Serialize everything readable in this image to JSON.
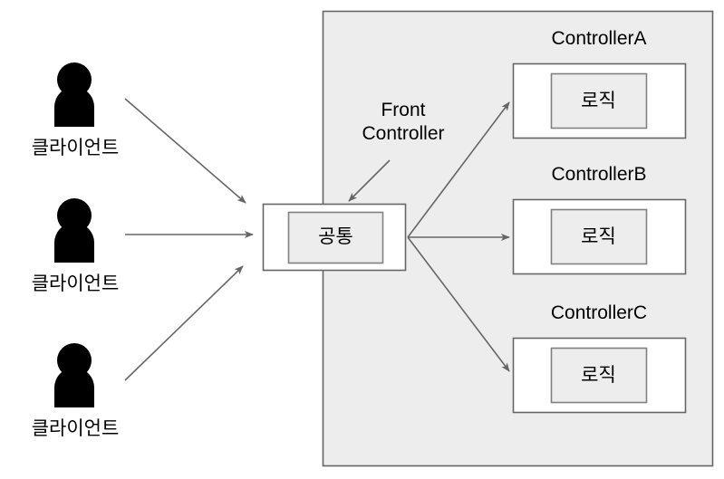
{
  "diagram": {
    "title_hidden": "",
    "colors": {
      "panel_fill": "#ededed",
      "panel_stroke": "#666666",
      "box_fill": "#ffffff",
      "box_stroke": "#666666",
      "inner_fill": "#ededed",
      "inner_stroke": "#808080",
      "arrow": "#666666",
      "actor": "#000000",
      "text": "#000000",
      "background": "#ffffff"
    },
    "clients": [
      {
        "label": "클라이언트",
        "icon": "person-icon"
      },
      {
        "label": "클라이언트",
        "icon": "person-icon"
      },
      {
        "label": "클라이언트",
        "icon": "person-icon"
      }
    ],
    "front_controller": {
      "annotation_line1": "Front",
      "annotation_line2": "Controller",
      "inner_label": "공통"
    },
    "controllers": [
      {
        "title": "ControllerA",
        "inner_label": "로직"
      },
      {
        "title": "ControllerB",
        "inner_label": "로직"
      },
      {
        "title": "ControllerC",
        "inner_label": "로직"
      }
    ]
  }
}
